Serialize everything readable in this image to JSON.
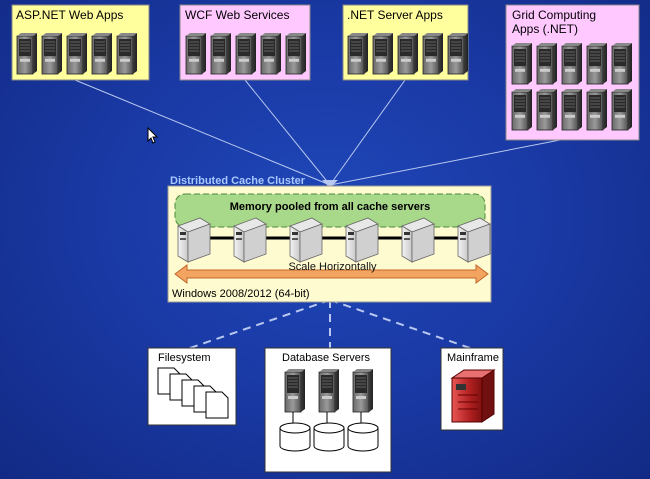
{
  "client_groups": [
    {
      "label": "ASP.NET Web Apps"
    },
    {
      "label": "WCF Web Services"
    },
    {
      ".NET": null,
      "label": ".NET Server Apps"
    },
    {
      "label": "Grid Computing Apps (.NET)"
    }
  ],
  "cluster": {
    "title": "Distributed Cache Cluster",
    "memory_label": "Memory pooled from all cache servers",
    "scale_label": "Scale Horizontally",
    "os_label": "Windows 2008/2012 (64-bit)"
  },
  "storage": {
    "filesystem": "Filesystem",
    "database": "Database Servers",
    "mainframe": "Mainframe"
  },
  "colors": {
    "yellow_box": "#ffff9e",
    "pink_box": "#ffc8ff",
    "cluster_box": "#fffbd0",
    "memory_band": "#a8d88a",
    "scale_arrow": "#f4a461",
    "background": "#1a3aa6"
  }
}
